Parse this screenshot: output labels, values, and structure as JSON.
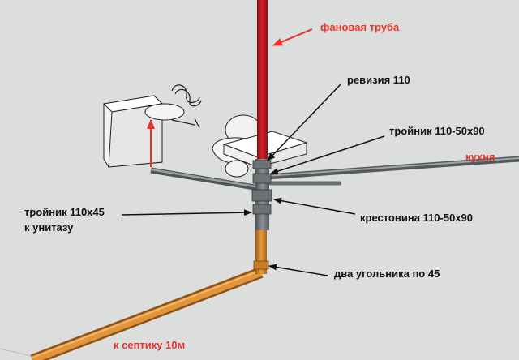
{
  "labels": {
    "fan_pipe": "фановая труба",
    "revision": "ревизия 110",
    "tee_110_50": "тройник 110-50x90",
    "kitchen": "кухня",
    "tee_110x45_line1": "тройник 110x45",
    "tee_110x45_line2": "к унитазу",
    "cross": "крестовина 110-50x90",
    "two_elbows": "два угольника по 45",
    "to_septic": "к септику 10м"
  },
  "colors": {
    "background": "#dcdedd",
    "red_pipe": "#b3121a",
    "orange_pipe": "#d98a2e",
    "grey_pipe": "#7d8184",
    "annotation_red": "#e8322b",
    "annotation_black": "#111111"
  },
  "icons": {
    "toilet": "toilet-icon",
    "washbasin": "washbasin-icon"
  }
}
